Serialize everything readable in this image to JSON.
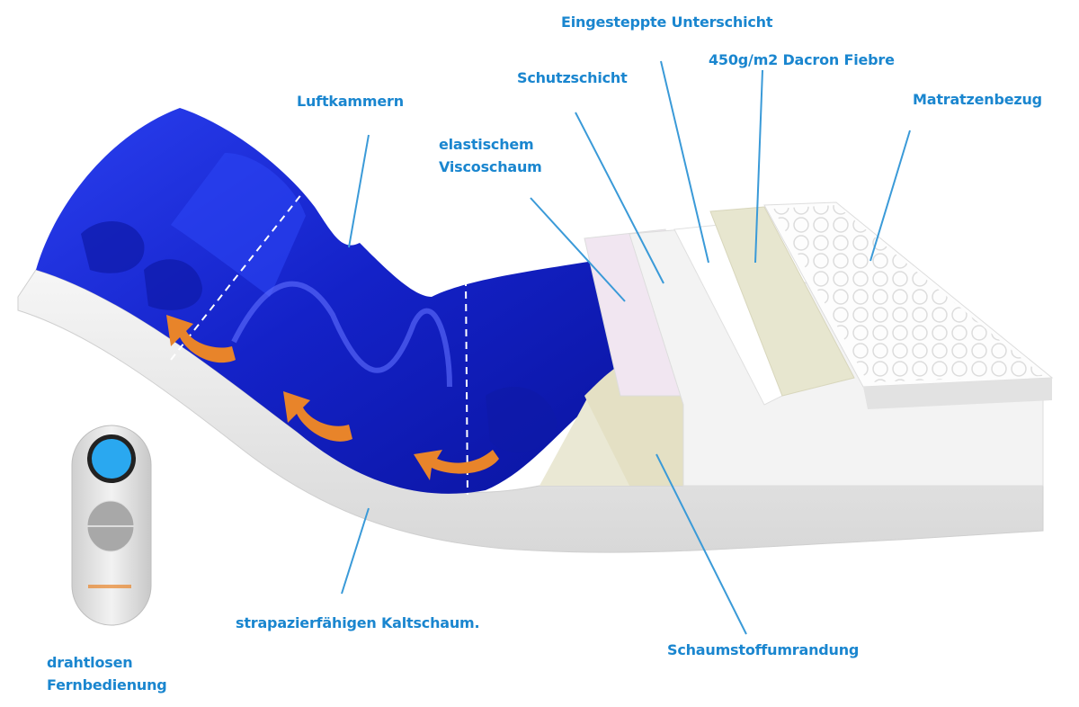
{
  "labels": {
    "air_chambers": "Luftkammern",
    "quilted_underlayer": "Eingesteppte Unterschicht",
    "dacron": "450g/m2 Dacron Fiebre",
    "protective_layer": "Schutzschicht",
    "mattress_cover": "Matratzenbezug",
    "visco_line1": "elastischem",
    "visco_line2": "Viscoschaum",
    "cold_foam": "strapazierfähigen Kaltschaum.",
    "foam_border": "Schaumstoffumrandung",
    "remote_line1": "drahtlosen",
    "remote_line2": "Fernbedienung"
  },
  "colors": {
    "label": "#1a86cf",
    "leader_line": "#3a9ad8",
    "air_chamber_blue": "#1a2fd0",
    "arrow_orange": "#e8842a",
    "remote_display": "#2aa8f0"
  }
}
